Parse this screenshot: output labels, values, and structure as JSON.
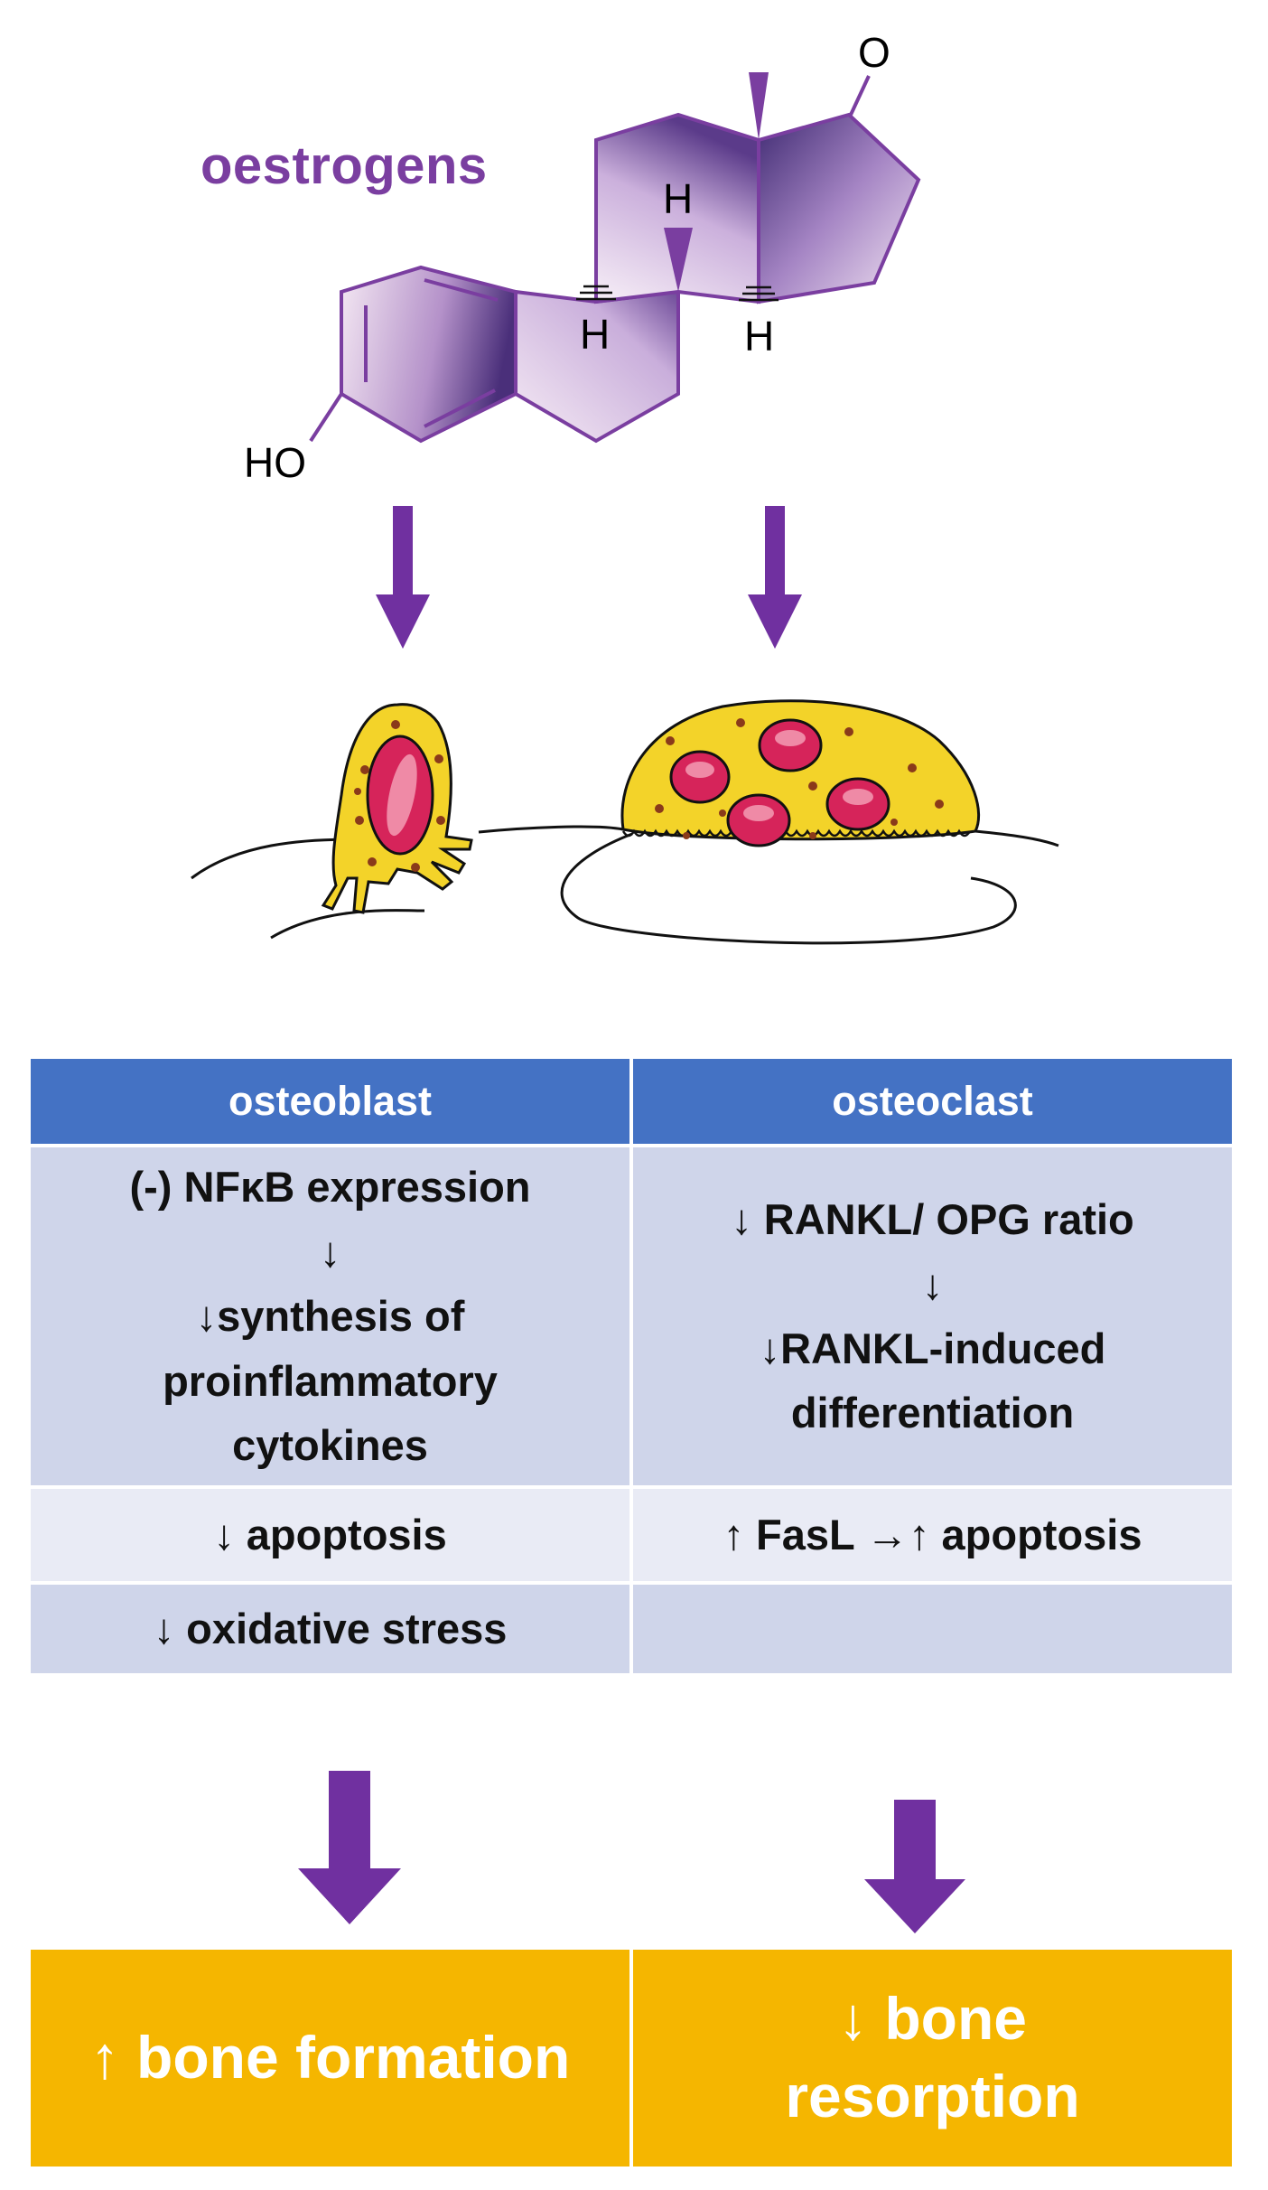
{
  "molecule": {
    "label": "oestrogens",
    "atoms": {
      "oxygen": "O",
      "h_top": "H",
      "h_left": "H",
      "h_right": "H",
      "hydroxyl": "HO"
    }
  },
  "table": {
    "headers": [
      "osteoblast",
      "osteoclast"
    ],
    "osteoblast": {
      "r1": [
        "(-) NFκB expression",
        "↓",
        "↓synthesis of",
        "proinflammatory",
        "cytokines"
      ],
      "r2": "↓ apoptosis",
      "r3": "↓ oxidative stress"
    },
    "osteoclast": {
      "r1": [
        "↓ RANKL/ OPG ratio",
        "↓",
        "↓RANKL-induced",
        "differentiation"
      ],
      "r2": "↑ FasL →↑ apoptosis",
      "r3": ""
    }
  },
  "outcomes": {
    "left": "↑ bone formation",
    "right_line1": "↓ bone",
    "right_line2": "resorption"
  },
  "colors": {
    "purple": "#7a3ea0",
    "header_blue": "#4472c4",
    "row_dark": "#cfd5ea",
    "row_light": "#e9ebf5",
    "outcome_yellow": "#f5b600",
    "cell_yellow": "#f3d329",
    "nucleus_red": "#d6245a"
  }
}
